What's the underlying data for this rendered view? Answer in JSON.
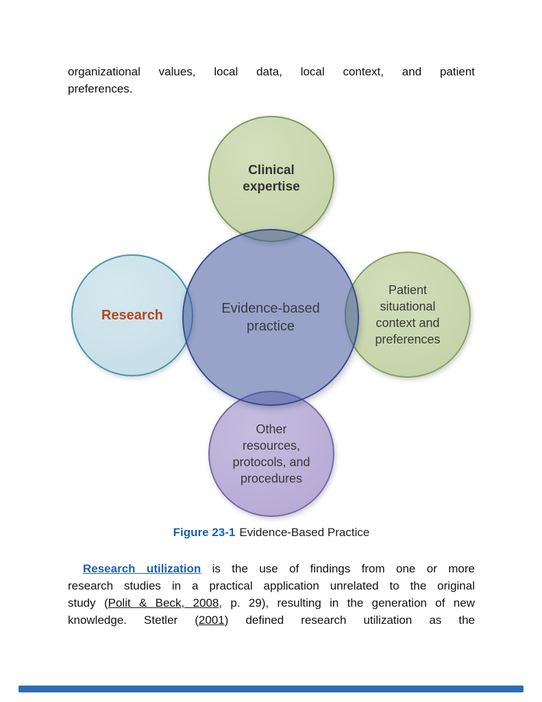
{
  "para1": {
    "line1": "organizational values, local data, local context, and patient",
    "line2": "preferences."
  },
  "figure": {
    "caption_label": "Figure 23-1",
    "caption_title": "Evidence-Based Practice",
    "circles": {
      "center": {
        "label": "Evidence-based\npractice"
      },
      "top": {
        "label": "Clinical\nexpertise"
      },
      "left": {
        "label": "Research"
      },
      "right": {
        "label": "Patient\nsituational\ncontext and\npreferences"
      },
      "bottom": {
        "label": "Other\nresources,\nprotocols, and\nprocedures"
      }
    },
    "colors": {
      "center_fill": "#96a4cb",
      "center_border": "#2b4d90",
      "green_fill": "#c6d2a9",
      "green_border": "#7d9a58",
      "blue_fill": "#c6dde6",
      "blue_border": "#4693ac",
      "purple_fill": "#b6aad3",
      "purple_border": "#7568ad",
      "research_text": "#b5451d"
    }
  },
  "para2": {
    "line1_link": "Research utilization",
    "line1_rest": " is the use of findings from one or more",
    "line2": "research studies in a practical application unrelated to the original",
    "line3_pre": "study (",
    "line3_link": "Polit & Beck, 2008",
    "line3_post": ", p. 29), resulting in the generation of new",
    "line4_pre": "knowledge. Stetler (",
    "line4_link": "2001",
    "line4_post": ") defined research utilization as the"
  },
  "reader": {
    "accent_color": "#2e6cb5"
  }
}
